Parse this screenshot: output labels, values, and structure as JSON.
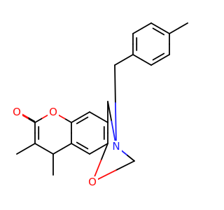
{
  "molecule": {
    "atoms": {
      "n": "N",
      "o_carbonyl": "O",
      "o_lactone": "O",
      "o_oxazine": "O"
    },
    "colors": {
      "bond": "#000000",
      "nitrogen": "#1f1fff",
      "oxygen": "#ff0d0d"
    }
  }
}
